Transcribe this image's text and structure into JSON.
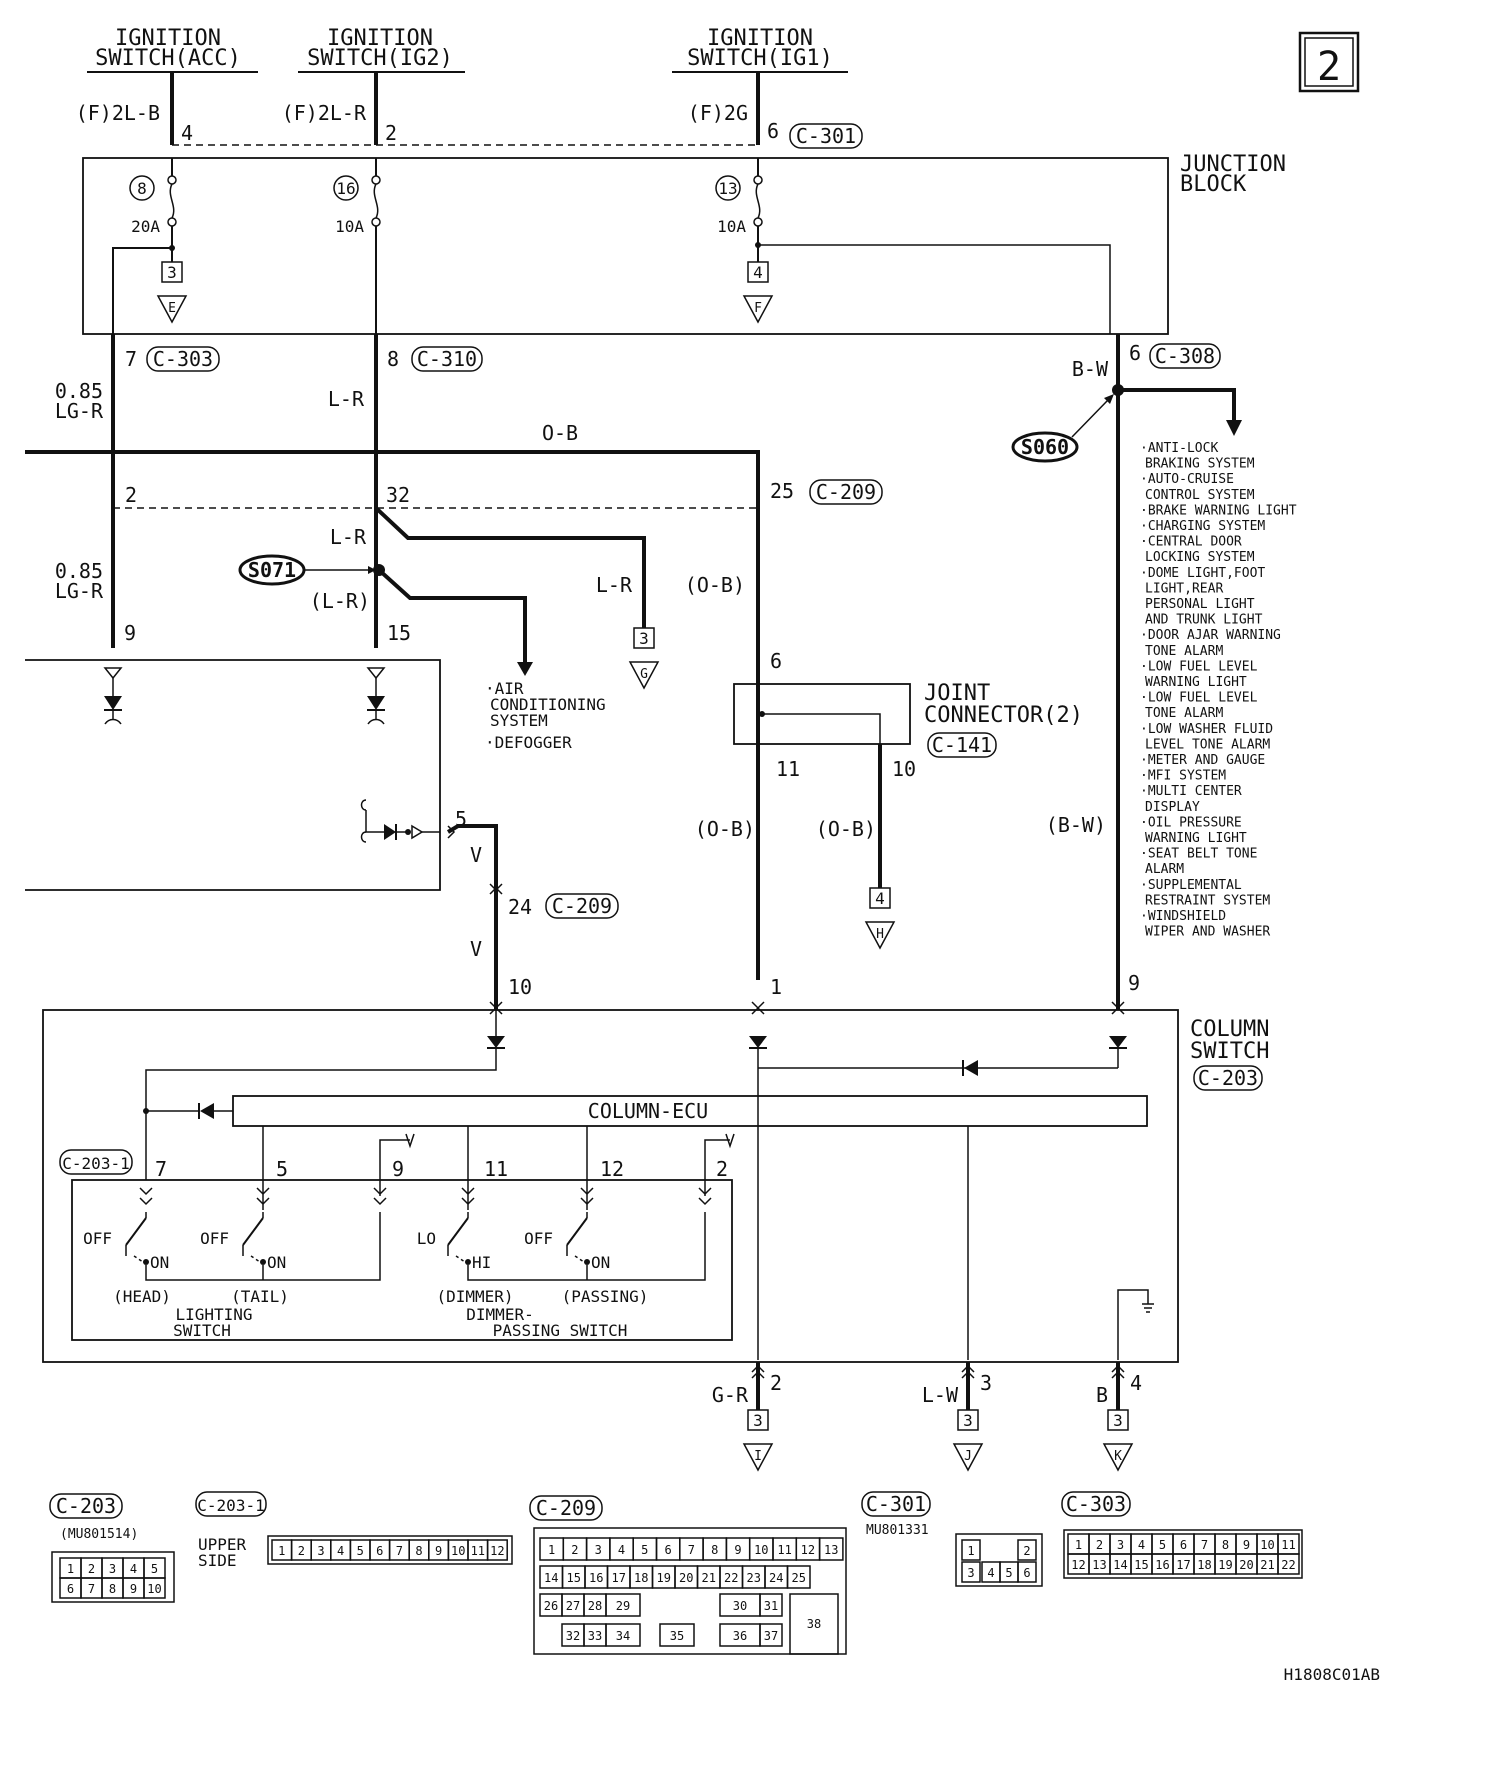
{
  "page_number": "2",
  "figure_code": "H1808C01AB",
  "ignition": {
    "acc": [
      "IGNITION",
      "SWITCH(ACC)"
    ],
    "ig2": [
      "IGNITION",
      "SWITCH(IG2)"
    ],
    "ig1": [
      "IGNITION",
      "SWITCH(IG1)"
    ]
  },
  "wires": {
    "acc_color": "(F)2L-B",
    "ig2_color": "(F)2L-R",
    "ig1_color": "(F)2G",
    "lgr_gauge": "0.85",
    "lgr_color": "LG-R",
    "lr": "L-R",
    "lr_paren": "(L-R)",
    "ob": "O-B",
    "ob_paren": "(O-B)",
    "bw": "B-W",
    "bw_paren": "(B-W)",
    "v": "V",
    "gr": "G-R",
    "lw": "L-W",
    "b": "B"
  },
  "junction_block": [
    "JUNCTION",
    "BLOCK"
  ],
  "fuses": [
    {
      "number": "8",
      "rating": "20A"
    },
    {
      "number": "16",
      "rating": "10A"
    },
    {
      "number": "13",
      "rating": "10A"
    }
  ],
  "pins": {
    "acc_in": "4",
    "ig2_in": "2",
    "ig1_in": "6",
    "jb_out_acc": "7",
    "jb_out_ig2": "8",
    "jb_out_ig1": "6",
    "c209_acc": "2",
    "c209_ig2": "32",
    "c209_ob": "25",
    "acc_down": "9",
    "ig2_down": "15",
    "joint_in": "6",
    "joint_out_a": "11",
    "joint_out_b": "10",
    "v_out": "5",
    "v_c209": "24",
    "col_v": "10",
    "col_ob": "1",
    "col_bw": "9",
    "sw_head": "7",
    "sw_tail": "5",
    "sw_gnd_a": "9",
    "sw_dimmer": "11",
    "sw_passing": "12",
    "sw_gnd_b": "2",
    "out_gr": "2",
    "out_lw": "3",
    "out_b": "4"
  },
  "connector_refs": {
    "c301": "C-301",
    "c303": "C-303",
    "c310": "C-310",
    "c308": "C-308",
    "c209": "C-209",
    "c141": "C-141",
    "c203": "C-203",
    "c203_1": "C-203-1"
  },
  "splices": {
    "s060": "S060",
    "s071": "S071"
  },
  "arrow_boxes": {
    "e": {
      "num": "3",
      "letter": "E"
    },
    "f": {
      "num": "4",
      "letter": "F"
    },
    "g": {
      "num": "3",
      "letter": "G"
    },
    "h": {
      "num": "4",
      "letter": "H"
    },
    "i": {
      "num": "3",
      "letter": "I"
    },
    "j": {
      "num": "3",
      "letter": "J"
    },
    "k": {
      "num": "3",
      "letter": "K"
    }
  },
  "ac_systems": [
    "·AIR",
    "CONDITIONING",
    "SYSTEM",
    "·DEFOGGER"
  ],
  "bw_systems": [
    "·ANTI-LOCK",
    "BRAKING SYSTEM",
    "·AUTO-CRUISE",
    "CONTROL SYSTEM",
    "·BRAKE WARNING LIGHT",
    "·CHARGING SYSTEM",
    "·CENTRAL DOOR",
    "LOCKING SYSTEM",
    "·DOME LIGHT,FOOT",
    "LIGHT,REAR",
    "PERSONAL LIGHT",
    "AND TRUNK LIGHT",
    "·DOOR AJAR WARNING",
    "TONE ALARM",
    "·LOW FUEL LEVEL",
    "WARNING LIGHT",
    "·LOW FUEL LEVEL",
    "TONE ALARM",
    "·LOW WASHER FLUID",
    "LEVEL TONE ALARM",
    "·METER AND GAUGE",
    "·MFI SYSTEM",
    "·MULTI CENTER",
    "DISPLAY",
    "·OIL PRESSURE",
    "WARNING LIGHT",
    "·SEAT BELT TONE",
    "ALARM",
    "·SUPPLEMENTAL",
    "RESTRAINT SYSTEM",
    "·WINDSHIELD",
    "WIPER AND WASHER"
  ],
  "joint_connector": [
    "JOINT",
    "CONNECTOR(2)"
  ],
  "column_switch": [
    "COLUMN",
    "SWITCH"
  ],
  "column_ecu": "COLUMN-ECU",
  "switches": {
    "off": "OFF",
    "on": "ON",
    "lo": "LO",
    "hi": "HI",
    "head": "(HEAD)",
    "tail": "(TAIL)",
    "dimmer": "(DIMMER)",
    "passing": "(PASSING)",
    "lighting": [
      "LIGHTING",
      "SWITCH"
    ],
    "dimmer_passing": [
      "DIMMER-",
      "PASSING SWITCH"
    ]
  },
  "connector_views": {
    "c203_part": "(MU801514)",
    "c203_pins": [
      "1",
      "2",
      "3",
      "4",
      "5",
      "6",
      "7",
      "8",
      "9",
      "10"
    ],
    "c203_1_side": [
      "UPPER",
      "SIDE"
    ],
    "c203_1_pins": [
      "1",
      "2",
      "3",
      "4",
      "5",
      "6",
      "7",
      "8",
      "9",
      "10",
      "11",
      "12"
    ],
    "c301_part": "MU801331",
    "c301_pins": [
      "1",
      "2",
      "3",
      "4",
      "5",
      "6"
    ],
    "c303_pins": [
      "1",
      "2",
      "3",
      "4",
      "5",
      "6",
      "7",
      "8",
      "9",
      "10",
      "11",
      "12",
      "13",
      "14",
      "15",
      "16",
      "17",
      "18",
      "19",
      "20",
      "21",
      "22"
    ],
    "c209_row1": [
      "1",
      "2",
      "3",
      "4",
      "5",
      "6",
      "7",
      "8",
      "9",
      "10",
      "11",
      "12",
      "13"
    ],
    "c209_row2": [
      "14",
      "15",
      "16",
      "17",
      "18",
      "19",
      "20",
      "21",
      "22",
      "23",
      "24",
      "25"
    ],
    "c209_row3": [
      "26",
      "27",
      "28",
      "29",
      "30",
      "31",
      "38"
    ],
    "c209_row4": [
      "32",
      "33",
      "34",
      "35",
      "36",
      "37"
    ]
  }
}
